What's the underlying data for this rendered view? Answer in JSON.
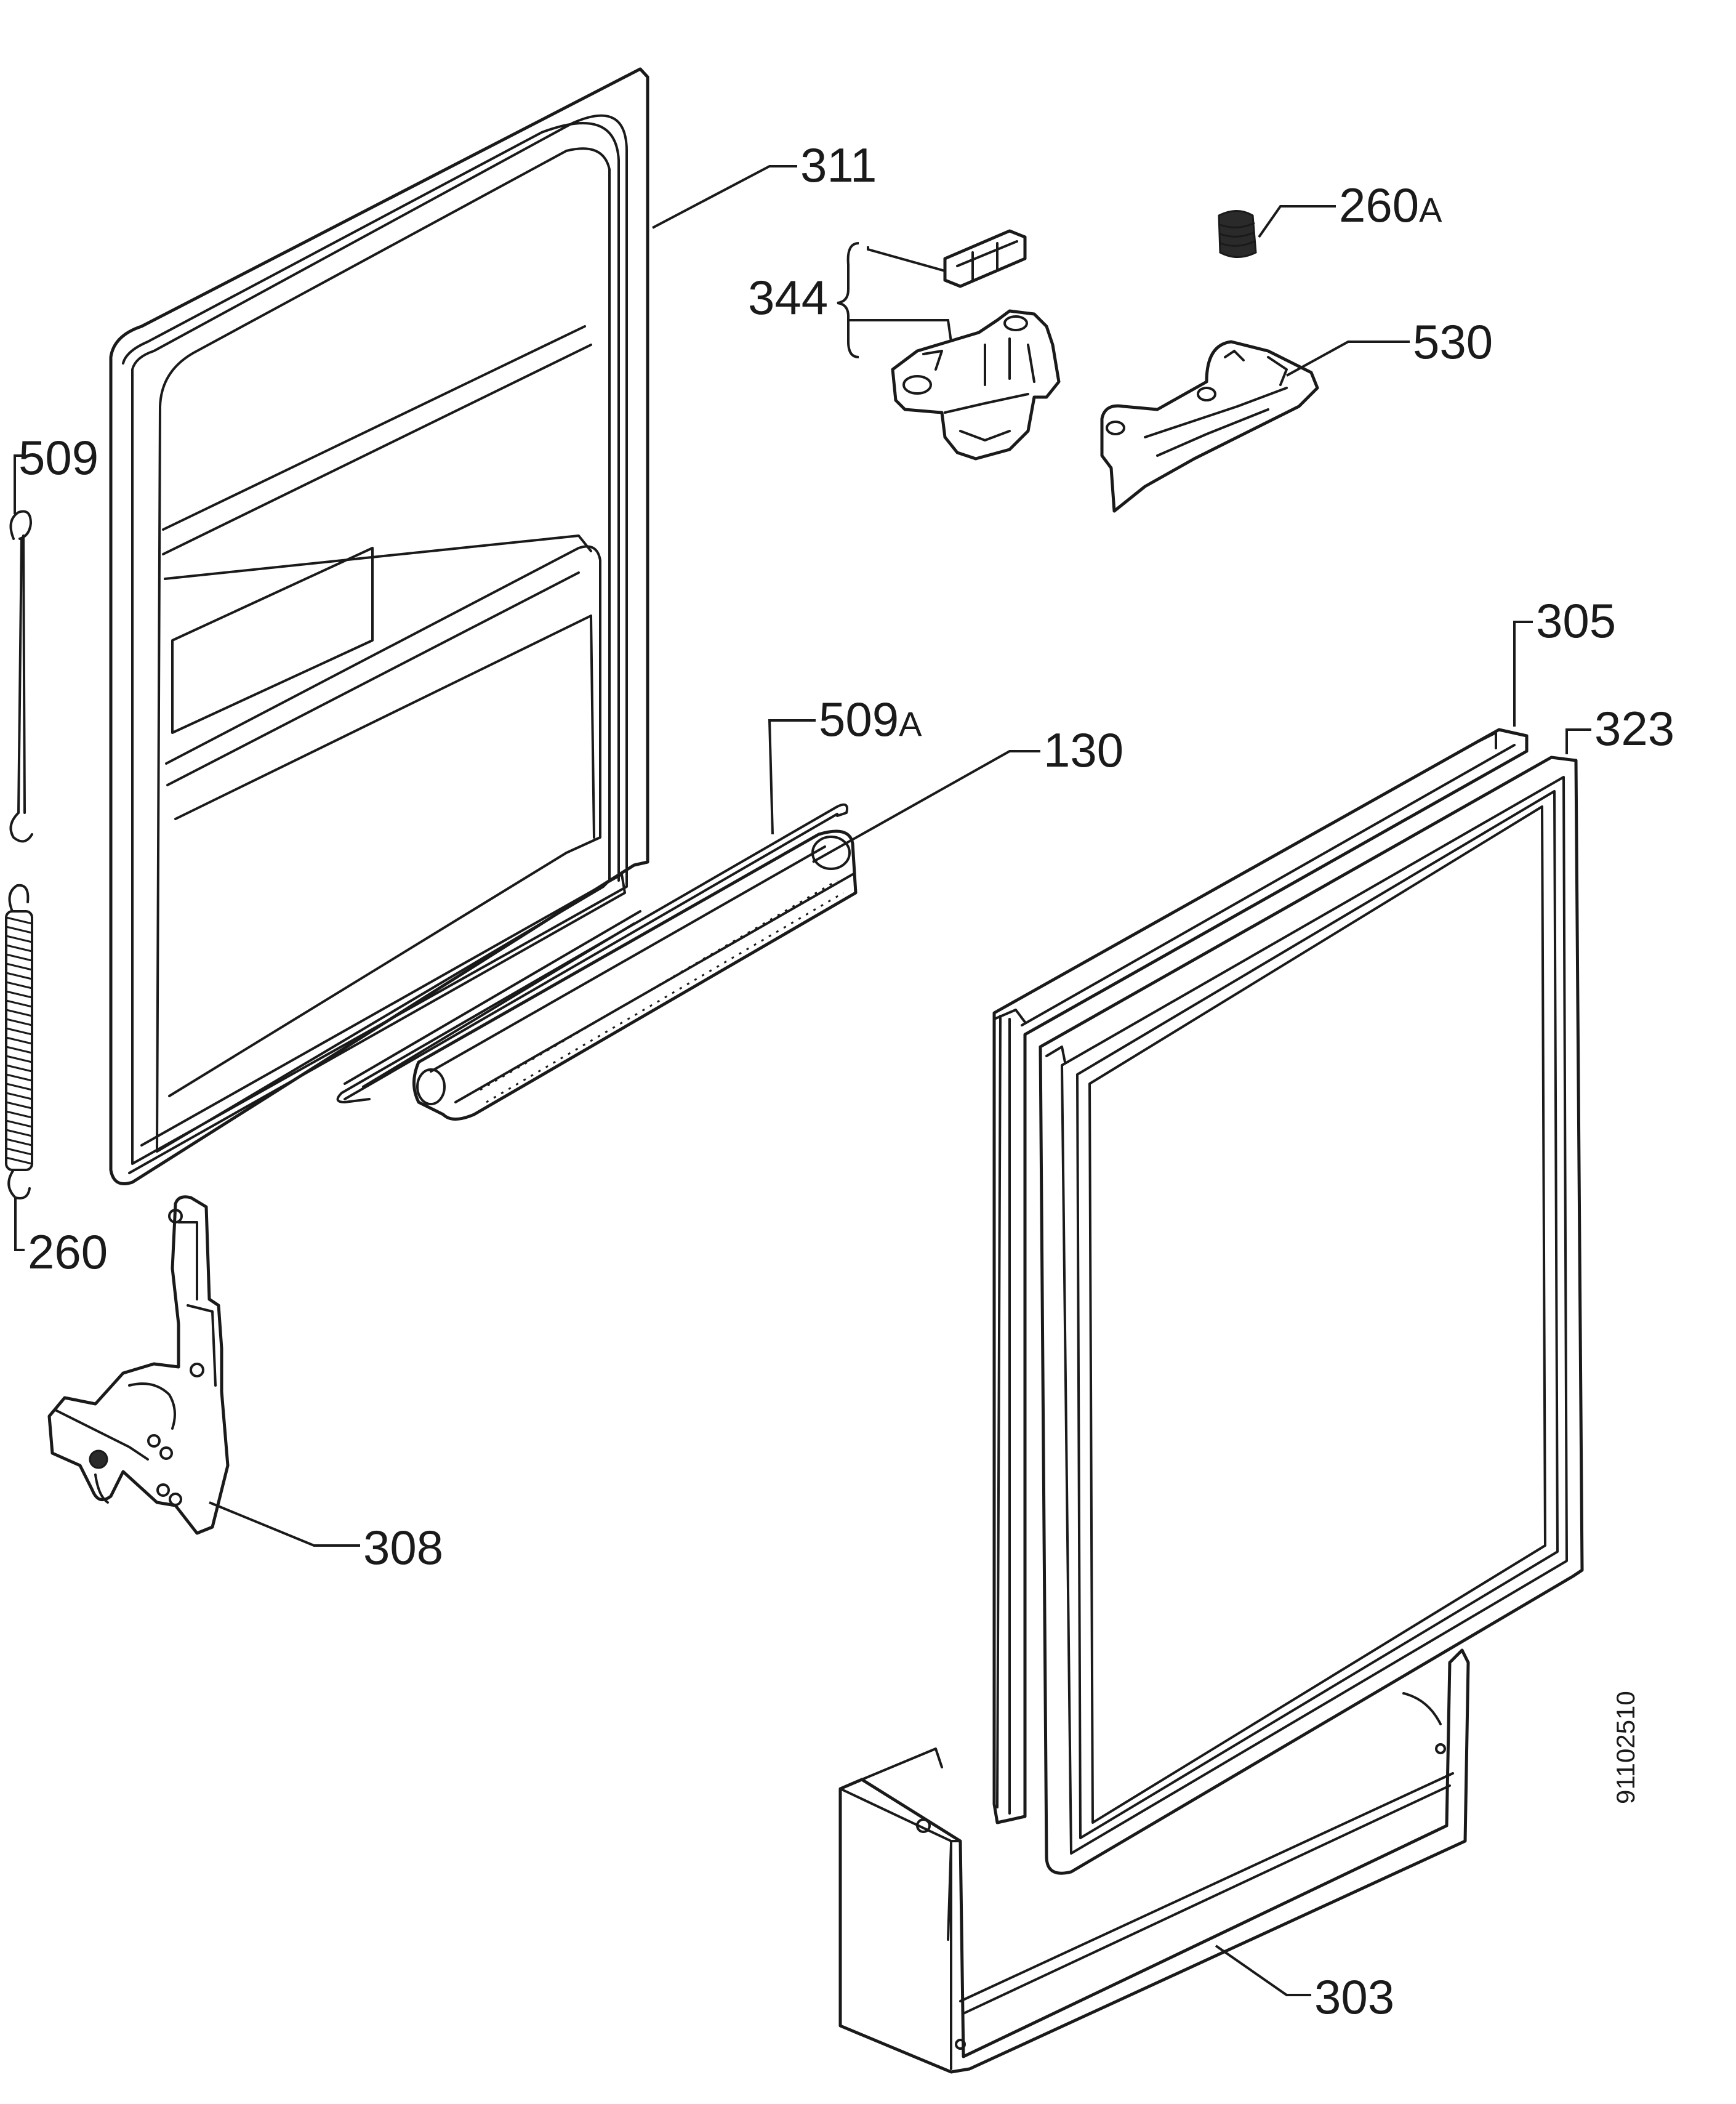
{
  "diagram": {
    "document_number": "91102510",
    "parts": [
      {
        "id": "311",
        "label_main": "311",
        "label_suffix": ""
      },
      {
        "id": "260A",
        "label_main": "260",
        "label_suffix": "A"
      },
      {
        "id": "344",
        "label_main": "344",
        "label_suffix": ""
      },
      {
        "id": "530",
        "label_main": "530",
        "label_suffix": ""
      },
      {
        "id": "509",
        "label_main": "509",
        "label_suffix": ""
      },
      {
        "id": "305",
        "label_main": "305",
        "label_suffix": ""
      },
      {
        "id": "509A",
        "label_main": "509",
        "label_suffix": "A"
      },
      {
        "id": "130",
        "label_main": "130",
        "label_suffix": ""
      },
      {
        "id": "323",
        "label_main": "323",
        "label_suffix": ""
      },
      {
        "id": "260",
        "label_main": "260",
        "label_suffix": ""
      },
      {
        "id": "308",
        "label_main": "308",
        "label_suffix": ""
      },
      {
        "id": "303",
        "label_main": "303",
        "label_suffix": ""
      }
    ]
  }
}
